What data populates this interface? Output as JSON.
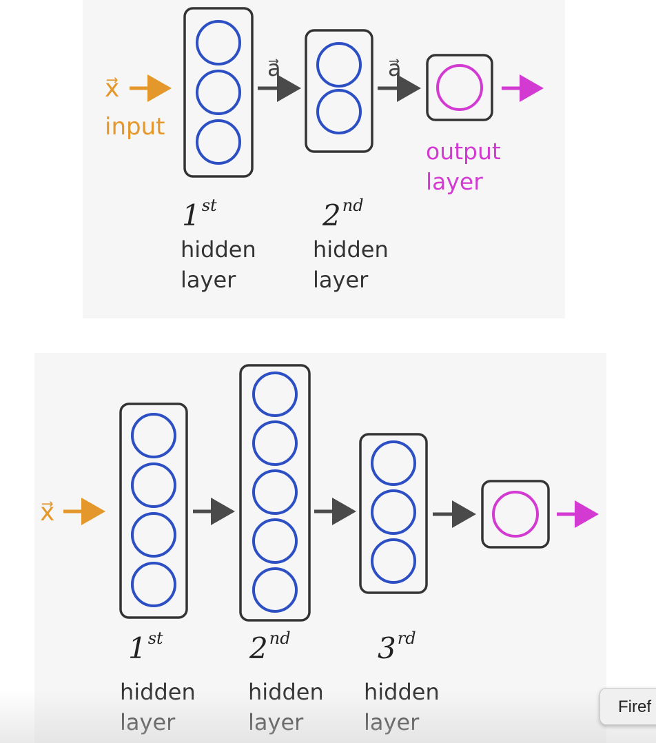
{
  "top_network": {
    "input_symbol": "x⃗",
    "input_label": "input",
    "activation_label_1": "a⃗",
    "activation_label_2": "a⃗",
    "hidden_layers": [
      {
        "units": 3,
        "ordinal_num": "1",
        "ordinal_sup": "st",
        "line1": "hidden",
        "line2": "layer"
      },
      {
        "units": 2,
        "ordinal_num": "2",
        "ordinal_sup": "nd",
        "line1": "hidden",
        "line2": "layer"
      }
    ],
    "output_line1": "output",
    "output_line2": "layer"
  },
  "bottom_network": {
    "input_symbol": "x⃗",
    "hidden_layers": [
      {
        "units": 4,
        "ordinal_num": "1",
        "ordinal_sup": "st",
        "line1": "hidden",
        "line2": "layer"
      },
      {
        "units": 5,
        "ordinal_num": "2",
        "ordinal_sup": "nd",
        "line1": "hidden",
        "line2": "layer"
      },
      {
        "units": 3,
        "ordinal_num": "3",
        "ordinal_sup": "rd",
        "line1": "hidden",
        "line2": "layer"
      }
    ]
  },
  "tooltip": {
    "text": "Firef"
  },
  "colors": {
    "input": "#e4972b",
    "neuron": "#2d4fc4",
    "output": "#d23ad2",
    "arrow": "#4a4a4a",
    "box": "#333333"
  }
}
